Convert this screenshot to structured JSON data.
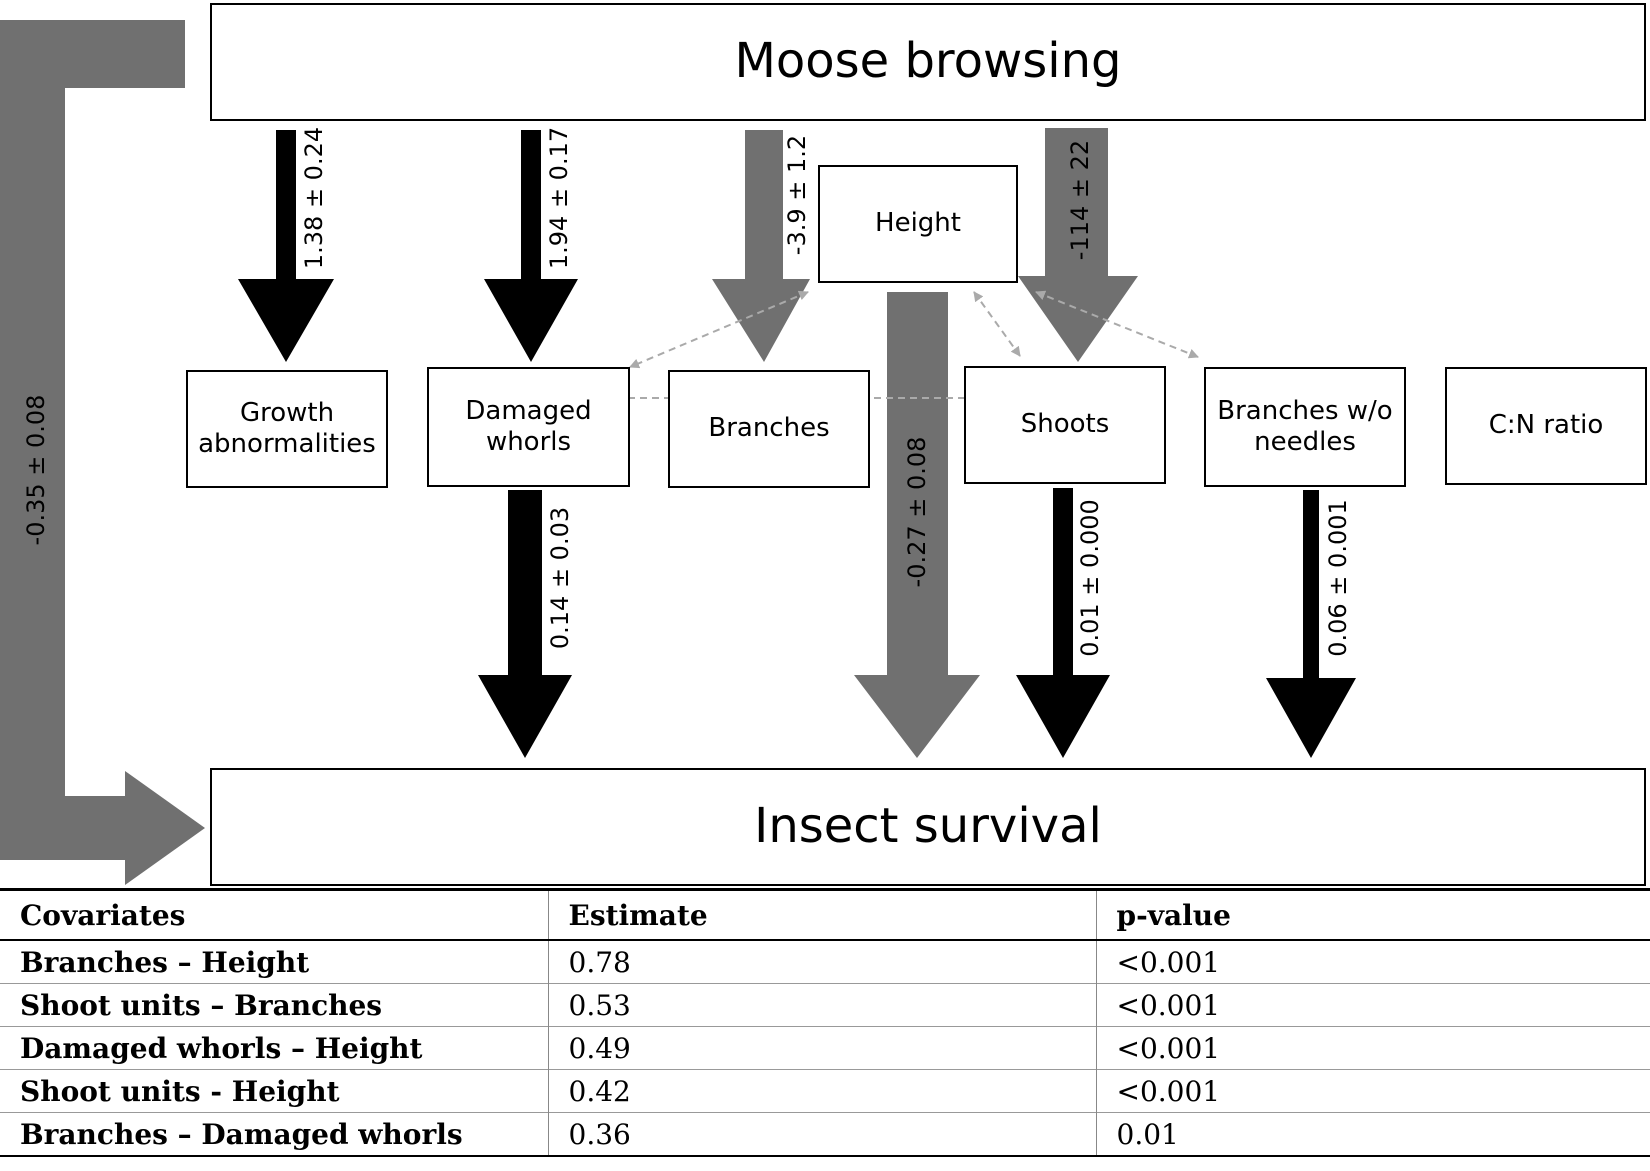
{
  "nodes": {
    "moose": "Moose browsing",
    "insect": "Insect survival",
    "height": "Height",
    "growth": "Growth abnormalities",
    "damaged": "Damaged whorls",
    "branches": "Branches",
    "shoots": "Shoots",
    "branches_wo": "Branches w/o needles",
    "cn": "C:N ratio"
  },
  "paths": {
    "moose_insect": "-0.35 ± 0.08",
    "moose_growth": "1.38 ± 0.24",
    "moose_damaged": "1.94 ± 0.17",
    "moose_branches": "-3.9 ± 1.2",
    "moose_shoots": "-114 ± 22",
    "damaged_insect": "0.14 ± 0.03",
    "height_insect": "-0.27 ± 0.08",
    "shoots_insect": "0.01 ± 0.000",
    "branches_wo_insect": "0.06 ± 0.001"
  },
  "colors": {
    "positive": "#000000",
    "negative": "#707070",
    "covariance": "#aaaaaa"
  },
  "table": {
    "headers": [
      "Covariates",
      "Estimate",
      "p-value"
    ],
    "rows": [
      [
        "Branches – Height",
        "0.78",
        "<0.001"
      ],
      [
        "Shoot units – Branches",
        "0.53",
        "<0.001"
      ],
      [
        "Damaged whorls – Height",
        "0.49",
        "<0.001"
      ],
      [
        "Shoot units - Height",
        "0.42",
        "<0.001"
      ],
      [
        "Branches – Damaged whorls",
        "0.36",
        "0.01"
      ]
    ]
  }
}
